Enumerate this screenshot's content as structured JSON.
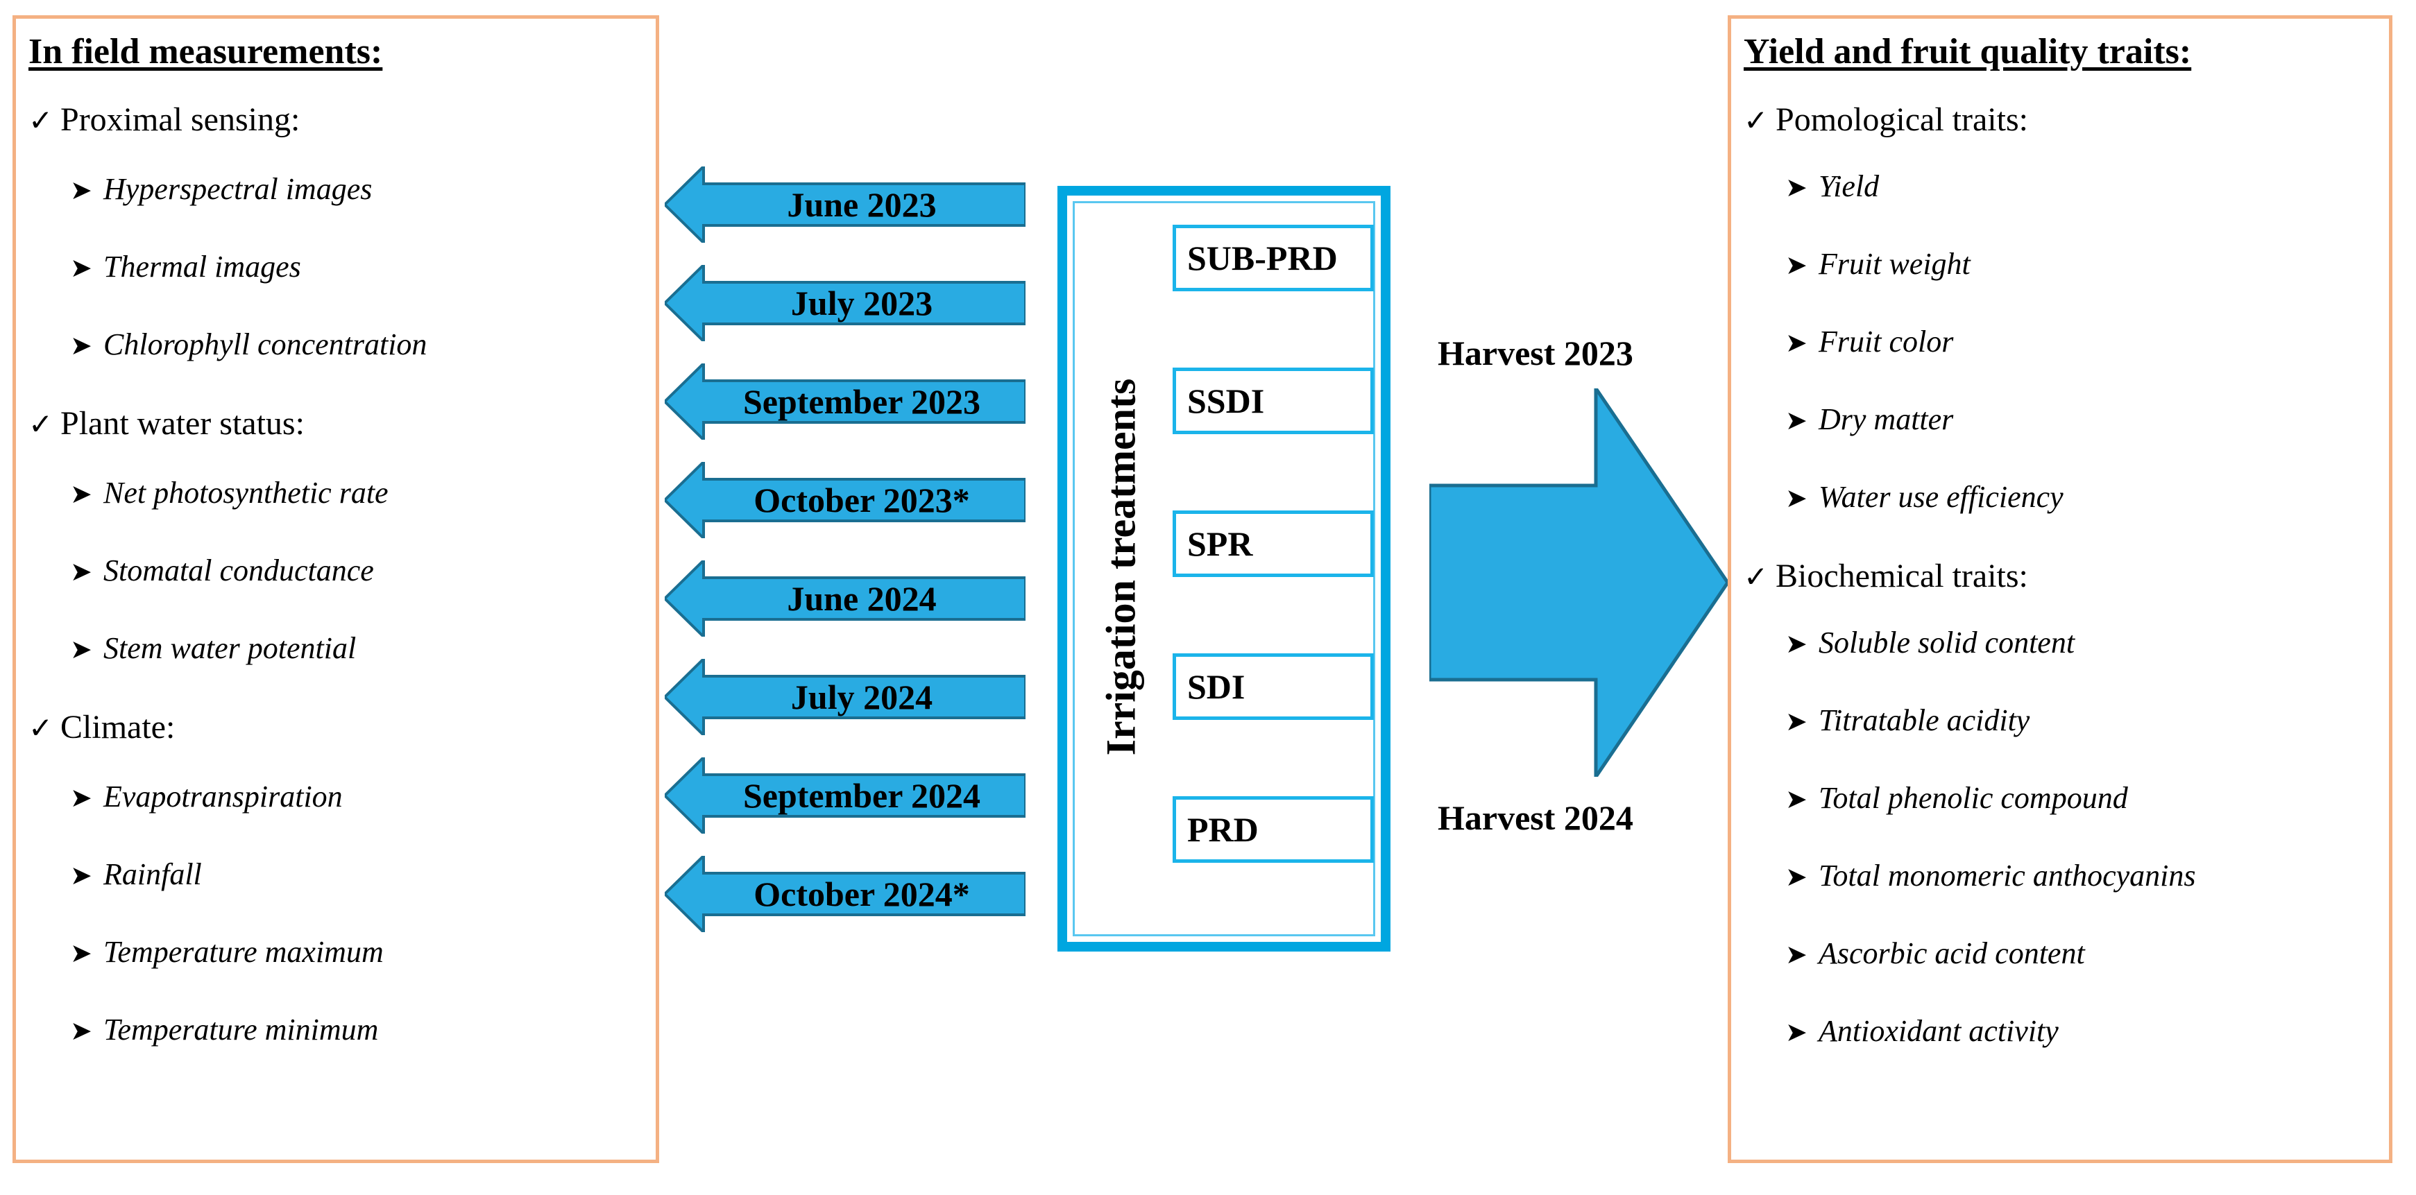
{
  "left_panel": {
    "title": "In field measurements:",
    "groups": [
      {
        "label": "Proximal sensing:",
        "items": [
          "Hyperspectral images",
          "Thermal images",
          "Chlorophyll concentration"
        ]
      },
      {
        "label": "Plant water status:",
        "items": [
          "Net photosynthetic rate",
          "Stomatal conductance",
          "Stem water potential"
        ]
      },
      {
        "label": "Climate:",
        "items": [
          "Evapotranspiration",
          "Rainfall",
          "Temperature maximum",
          "Temperature minimum"
        ]
      }
    ]
  },
  "right_panel": {
    "title": "Yield and fruit quality traits:",
    "groups": [
      {
        "label": "Pomological traits:",
        "items": [
          "Yield",
          "Fruit weight",
          "Fruit color",
          "Dry matter",
          "Water use efficiency"
        ]
      },
      {
        "label": "Biochemical traits:",
        "items": [
          "Soluble solid content",
          "Titratable acidity",
          "Total phenolic compound",
          "Total monomeric anthocyanins",
          "Ascorbic acid content",
          "Antioxidant activity"
        ]
      }
    ]
  },
  "month_arrows": [
    "June 2023",
    "July 2023",
    "September 2023",
    "October 2023*",
    "June 2024",
    "July 2024",
    "September 2024",
    "October 2024*"
  ],
  "irrigation": {
    "axis_label": "Irrigation treatments",
    "treatments": [
      "SUB-PRD",
      "SSDI",
      "SPR",
      "SDI",
      "PRD"
    ]
  },
  "harvest": {
    "top_label": "Harvest 2023",
    "bottom_label": "Harvest 2024"
  },
  "bullets": {
    "check": "✓",
    "arrow": "➤"
  },
  "colors": {
    "panel_border": "#F4B183",
    "arrow_fill": "#29ABE2",
    "arrow_stroke": "#1A6E91",
    "box_border": "#00A6E0",
    "treat_border": "#1BB4EA",
    "text": "#000000"
  }
}
